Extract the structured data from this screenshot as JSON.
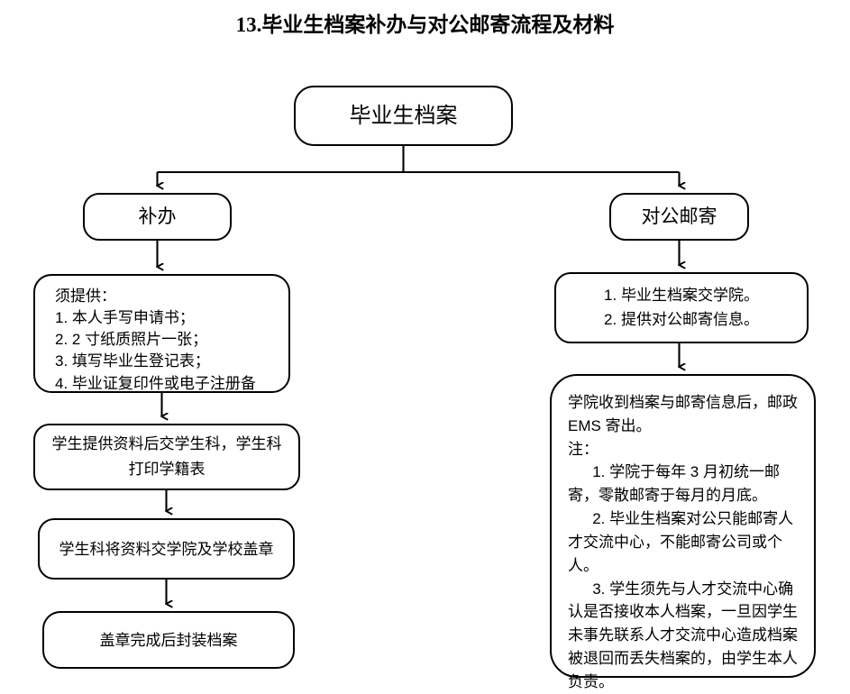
{
  "title": "13.毕业生档案补办与对公邮寄流程及材料",
  "nodes": {
    "root": "毕业生档案",
    "reissue": "补办",
    "mail": "对公邮寄",
    "required": {
      "heading": "须提供：",
      "items": [
        "1. 本人手写申请书；",
        "2. 2 寸纸质照片一张；",
        "3. 填写毕业生登记表；",
        "4. 毕业证复印件或电子注册备"
      ]
    },
    "step1": "学生提供资料后交学生科，学生科打印学籍表",
    "step2": "学生科将资料交学院及学校盖章",
    "step3": "盖章完成后封装档案",
    "mail_items": [
      "1. 毕业生档案交学院。",
      "2. 提供对公邮寄信息。"
    ],
    "notes": {
      "intro": "学院收到档案与邮寄信息后，邮政 EMS 寄出。",
      "note_label": "注：",
      "items": [
        "1. 学院于每年 3 月初统一邮寄，零散邮寄于每月的月底。",
        "2. 毕业生档案对公只能邮寄人才交流中心，不能邮寄公司或个人。",
        "3. 学生须先与人才交流中心确认是否接收本人档案，一旦因学生未事先联系人才交流中心造成档案被退回而丢失档案的，由学生本人负责。"
      ]
    }
  },
  "colors": {
    "stroke": "#000000",
    "background": "#ffffff",
    "text": "#000000"
  }
}
